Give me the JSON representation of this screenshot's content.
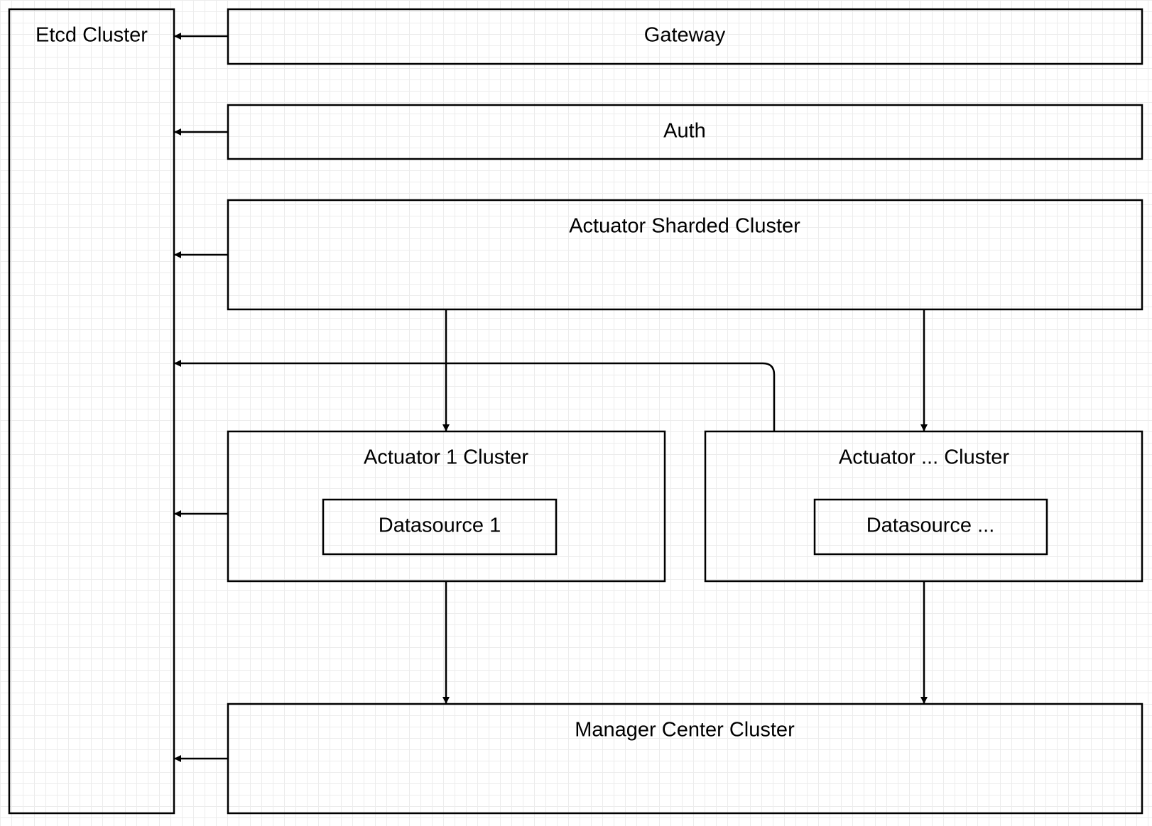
{
  "diagram": {
    "nodes": {
      "etcd": {
        "label": "Etcd Cluster"
      },
      "gateway": {
        "label": "Gateway"
      },
      "auth": {
        "label": "Auth"
      },
      "sharded": {
        "label": "Actuator Sharded Cluster"
      },
      "actuator1": {
        "label": "Actuator 1 Cluster"
      },
      "datasource1": {
        "label": "Datasource 1"
      },
      "actuatorN": {
        "label": "Actuator ... Cluster"
      },
      "datasourceN": {
        "label": "Datasource ..."
      },
      "manager": {
        "label": "Manager Center Cluster"
      }
    },
    "edges": [
      {
        "from": "gateway",
        "to": "etcd"
      },
      {
        "from": "auth",
        "to": "etcd"
      },
      {
        "from": "sharded",
        "to": "etcd"
      },
      {
        "from": "actuatorN",
        "to": "etcd"
      },
      {
        "from": "actuator1",
        "to": "etcd"
      },
      {
        "from": "manager",
        "to": "etcd"
      },
      {
        "from": "sharded",
        "to": "actuator1"
      },
      {
        "from": "sharded",
        "to": "actuatorN"
      },
      {
        "from": "actuator1",
        "to": "manager"
      },
      {
        "from": "actuatorN",
        "to": "manager"
      }
    ]
  }
}
